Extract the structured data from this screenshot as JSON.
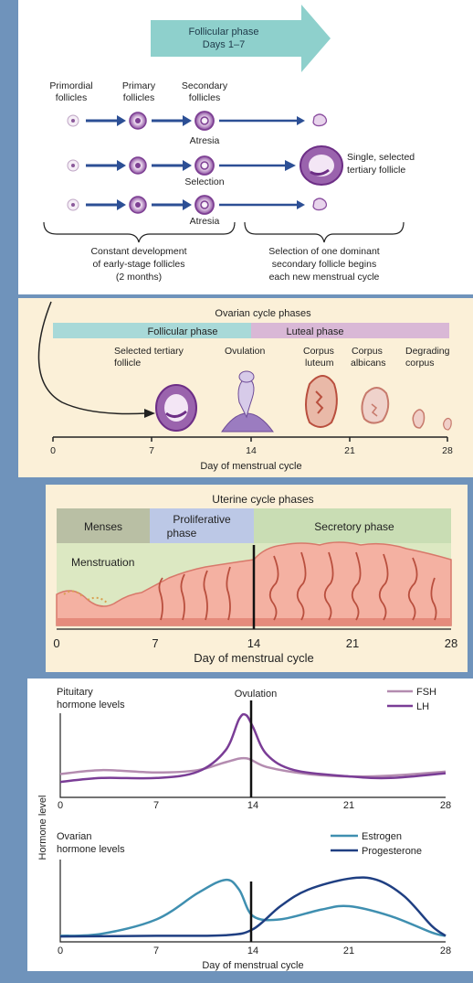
{
  "follicular_section": {
    "arrow_title_1": "Follicular phase",
    "arrow_title_2": "Days 1–7",
    "col_primordial_1": "Primordial",
    "col_primordial_2": "follicles",
    "col_primary_1": "Primary",
    "col_primary_2": "follicles",
    "col_secondary_1": "Secondary",
    "col_secondary_2": "follicles",
    "row1_label": "Atresia",
    "row2_label": "Selection",
    "row3_label": "Atresia",
    "selected_1": "Single, selected",
    "selected_2": "tertiary follicle",
    "note_left_1": "Constant development",
    "note_left_2": "of early-stage follicles",
    "note_left_3": "(2 months)",
    "note_right_1": "Selection of one dominant",
    "note_right_2": "secondary follicle begins",
    "note_right_3": "each new menstrual cycle"
  },
  "ovarian_section": {
    "title": "Ovarian cycle phases",
    "follicular_phase": "Follicular phase",
    "luteal_phase": "Luteal phase",
    "label_selected_1": "Selected tertiary",
    "label_selected_2": "follicle",
    "label_ovulation": "Ovulation",
    "label_corpus_luteum_1": "Corpus",
    "label_corpus_luteum_2": "luteum",
    "label_corpus_albicans_1": "Corpus",
    "label_corpus_albicans_2": "albicans",
    "label_degrading_1": "Degrading",
    "label_degrading_2": "corpus",
    "ticks": [
      "0",
      "7",
      "14",
      "21",
      "28"
    ],
    "axis_label": "Day of menstrual cycle"
  },
  "uterine_section": {
    "title": "Uterine cycle phases",
    "menses": "Menses",
    "proliferative_1": "Proliferative",
    "proliferative_2": "phase",
    "secretory": "Secretory phase",
    "menstruation": "Menstruation",
    "ticks": [
      "0",
      "7",
      "14",
      "21",
      "28"
    ],
    "axis_label": "Day of menstrual cycle"
  },
  "hormone_section": {
    "y_axis_label": "Hormone level",
    "ovulation_label": "Ovulation",
    "pituitary_1": "Pituitary",
    "pituitary_2": "hormone levels",
    "ovarian_1": "Ovarian",
    "ovarian_2": "hormone levels",
    "ticks": [
      "0",
      "7",
      "14",
      "21",
      "28"
    ],
    "axis_label": "Day of menstrual cycle"
  },
  "chart_data": [
    {
      "type": "line",
      "title": "Pituitary hormone levels",
      "xlabel": "",
      "ylabel": "Hormone level",
      "x_ticks": [
        0,
        7,
        14,
        21,
        28
      ],
      "xlim": [
        0,
        28
      ],
      "legend_position": "top-right",
      "series": [
        {
          "name": "FSH",
          "color": "#b48cb0",
          "x": [
            0,
            3,
            7,
            10,
            12,
            13.5,
            15,
            18,
            21,
            24,
            28
          ],
          "y": [
            0.25,
            0.3,
            0.27,
            0.3,
            0.4,
            0.45,
            0.34,
            0.25,
            0.22,
            0.23,
            0.28
          ]
        },
        {
          "name": "LH",
          "color": "#7a3d96",
          "x": [
            0,
            3,
            7,
            10,
            12,
            13,
            13.5,
            14,
            15,
            17,
            21,
            24,
            28
          ],
          "y": [
            0.15,
            0.2,
            0.2,
            0.28,
            0.55,
            0.95,
            1.0,
            0.85,
            0.5,
            0.3,
            0.22,
            0.2,
            0.26
          ]
        }
      ]
    },
    {
      "type": "line",
      "title": "Ovarian hormone levels",
      "xlabel": "Day of menstrual cycle",
      "ylabel": "Hormone level",
      "x_ticks": [
        0,
        7,
        14,
        21,
        28
      ],
      "xlim": [
        0,
        28
      ],
      "legend_position": "top-right",
      "series": [
        {
          "name": "Estrogen",
          "color": "#3f8fb0",
          "x": [
            0,
            3,
            7,
            10,
            12,
            13,
            14,
            16,
            19,
            21,
            24,
            27,
            28
          ],
          "y": [
            0.05,
            0.08,
            0.3,
            0.7,
            0.9,
            0.75,
            0.35,
            0.3,
            0.45,
            0.5,
            0.35,
            0.1,
            0.05
          ]
        },
        {
          "name": "Progesterone",
          "color": "#1f3f82",
          "x": [
            0,
            7,
            12,
            14,
            16,
            18,
            21,
            23,
            25,
            27,
            28
          ],
          "y": [
            0.04,
            0.05,
            0.06,
            0.15,
            0.5,
            0.75,
            0.92,
            0.9,
            0.65,
            0.2,
            0.05
          ]
        }
      ]
    }
  ]
}
